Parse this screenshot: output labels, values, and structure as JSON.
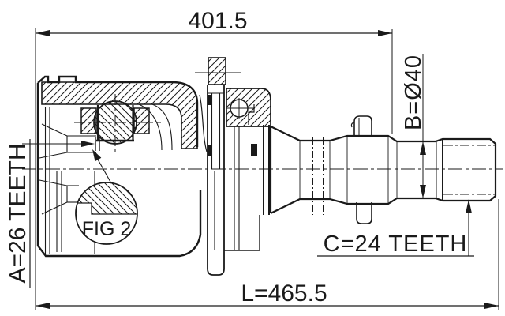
{
  "drawing": {
    "dim_top": "401.5",
    "dim_length": "L=465.5",
    "label_spline_a": "A=26 TEETH",
    "label_diameter_b": "B=Ø40",
    "label_spline_c": "C=24 TEETH",
    "label_detail": "FIG 2"
  },
  "colors": {
    "ink": "#1a1a1a",
    "background": "#ffffff"
  }
}
